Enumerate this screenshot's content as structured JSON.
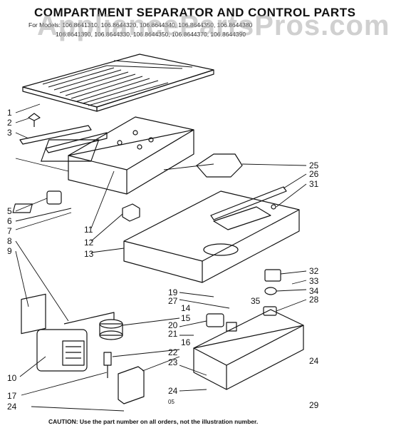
{
  "title": "COMPARTMENT SEPARATOR AND CONTROL PARTS",
  "models": {
    "line1": "For Models: 106.8641310, 106.8644320, 106.8644340, 106.8644350, 106.8644380",
    "line2": "106.8641390, 106.8644330, 106.8644350, 106.8644370, 106.8644390"
  },
  "watermark": "AppliancePartsPros.com",
  "diagram_code": "05",
  "caution": "CAUTION: Use the part number on all orders, not the illustration number.",
  "callouts": [
    "1",
    "2",
    "3",
    "5",
    "6",
    "7",
    "8",
    "9",
    "10",
    "11",
    "12",
    "13",
    "14",
    "15",
    "16",
    "17",
    "19",
    "20",
    "21",
    "22",
    "23",
    "24",
    "25",
    "26",
    "27",
    "28",
    "29",
    "31",
    "32",
    "33",
    "34",
    "35"
  ],
  "labels": {
    "c1": "1",
    "c2": "2",
    "c3": "3",
    "c5": "5",
    "c6": "6",
    "c7": "7",
    "c8": "8",
    "c9": "9",
    "c10": "10",
    "c11": "11",
    "c12": "12",
    "c13": "13",
    "c14": "14",
    "c15": "15",
    "c16": "16",
    "c17": "17",
    "c19": "19",
    "c20": "20",
    "c21": "21",
    "c22": "22",
    "c23": "23",
    "c24a": "24",
    "c24b": "24",
    "c24c": "24",
    "c25": "25",
    "c26": "26",
    "c27": "27",
    "c28": "28",
    "c29": "29",
    "c31": "31",
    "c32": "32",
    "c33": "33",
    "c34": "34",
    "c35": "35"
  }
}
